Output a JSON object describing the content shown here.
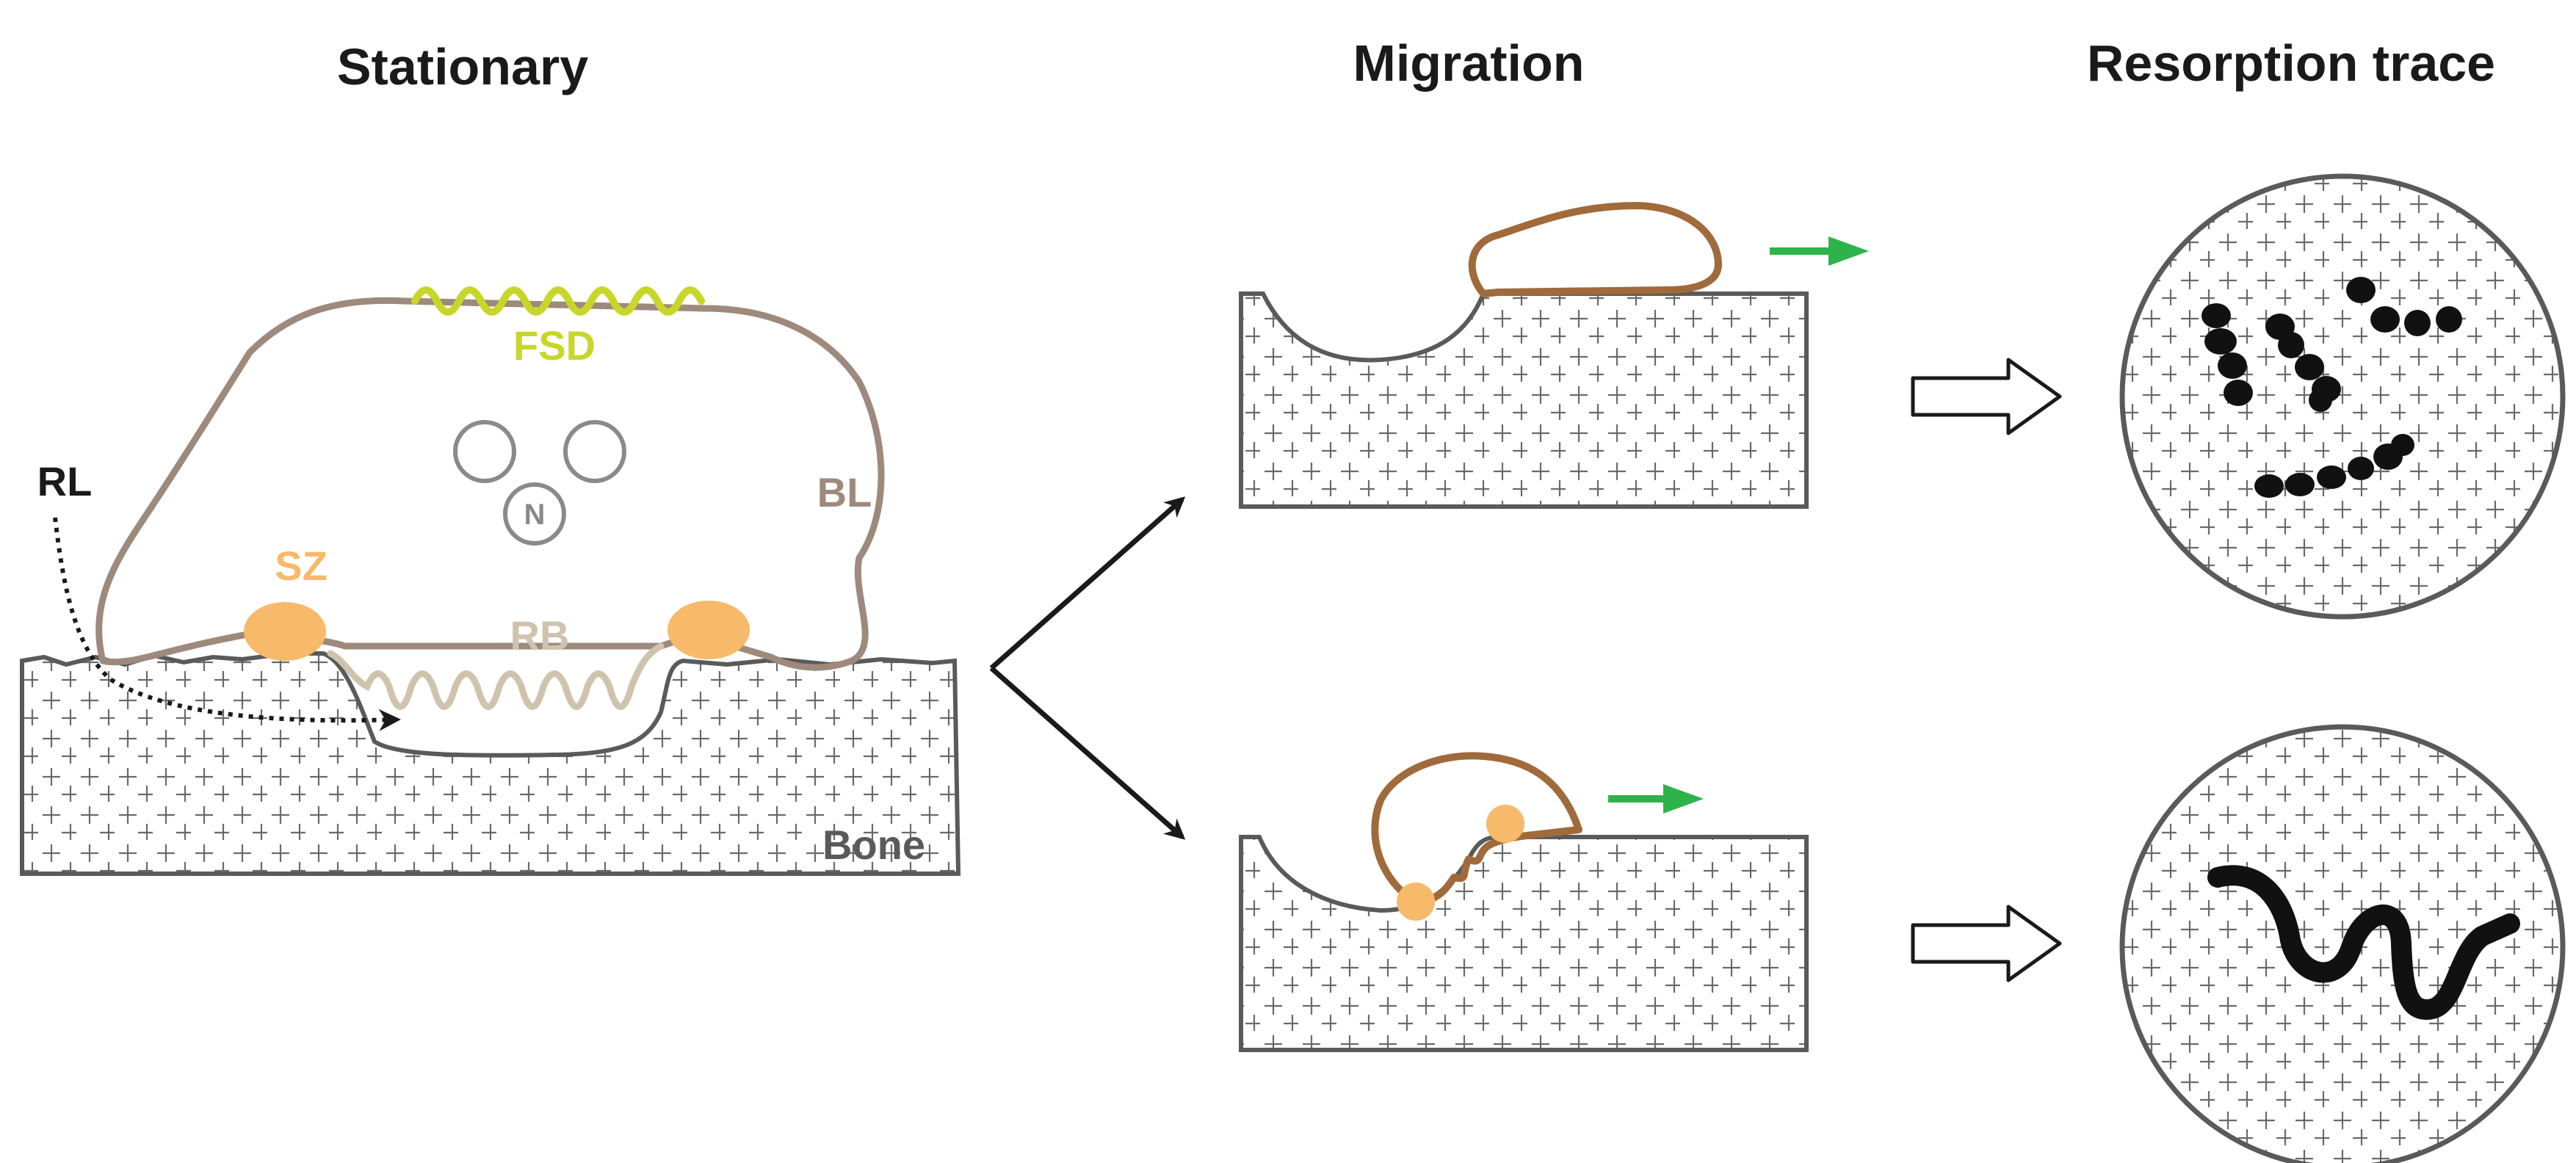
{
  "titles": {
    "stationary": "Stationary",
    "migration": "Migration",
    "resorption": "Resorption trace"
  },
  "labels": {
    "fsd": "FSD",
    "bl": "BL",
    "rl": "RL",
    "sz": "SZ",
    "rb": "RB",
    "nucleus": "N",
    "bone": "Bone"
  },
  "colors": {
    "fsd": "#c8d62a",
    "cell_outline": "#9e8a7c",
    "ruffled_border": "#cfc3ad",
    "sealing_zone": "#f7b96a",
    "migrating_cell": "#a06a3a",
    "arrow_green": "#2db34a",
    "bone_outline": "#5a5a5a",
    "text_dark": "#1a1a1a"
  },
  "icons": [
    "arrow-right-icon",
    "migration-arrow-icon",
    "hollow-arrow-icon"
  ]
}
